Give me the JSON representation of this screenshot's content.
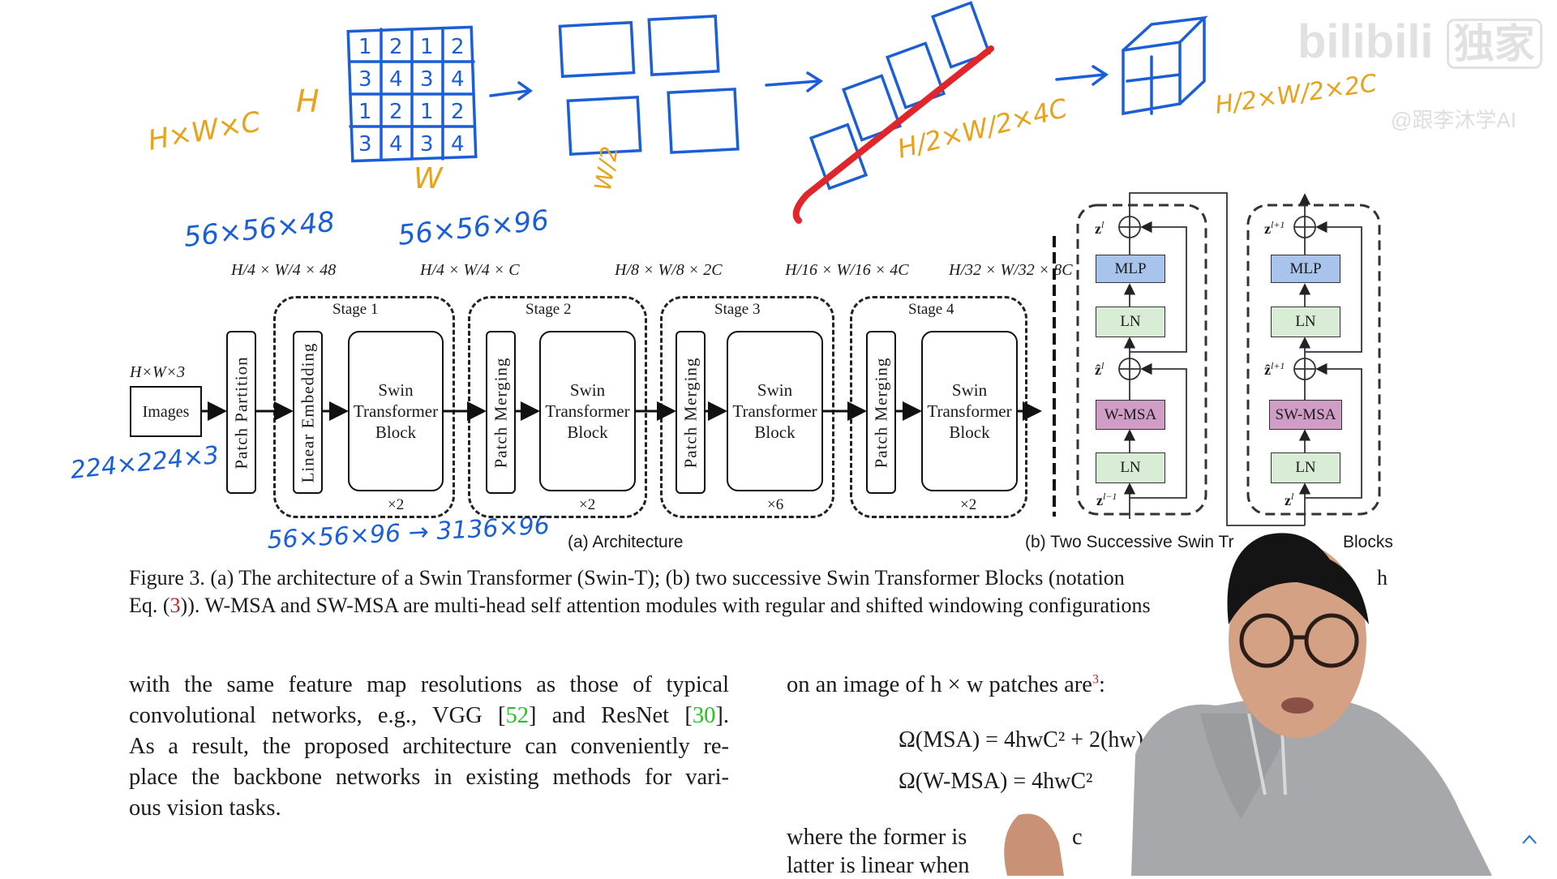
{
  "annotations": {
    "hwc": "H×W×C",
    "h": "H",
    "w": "W",
    "w_half": "W/2",
    "hw4c": "H/2×W/2×4C",
    "hw2c": "H/2×W/2×2C",
    "grid_cells": [
      "1",
      "2",
      "1",
      "2",
      "3",
      "4",
      "3",
      "4",
      "1",
      "2",
      "1",
      "2",
      "3",
      "4",
      "3",
      "4"
    ],
    "stage1_in": "56×56×48",
    "stage1_out": "56×56×96",
    "image_size": "224×224×3",
    "flatten": "56×56×96 → 3136×96"
  },
  "watermark": {
    "brand": "bilibili",
    "tag": "独家",
    "channel": "@跟李沐学AI"
  },
  "architecture": {
    "input_dim": "H×W×3",
    "images_label": "Images",
    "patch_partition": "Patch Partition",
    "linear_embedding": "Linear Embedding",
    "patch_merging": "Patch Merging",
    "swin_block_lines": [
      "Swin",
      "Transformer",
      "Block"
    ],
    "dims": [
      "H/4 × W/4 × 48",
      "H/4 × W/4 × C",
      "H/8 × W/8 × 2C",
      "H/16 × W/16 × 4C",
      "H/32 × W/32 × 8C"
    ],
    "stages": [
      {
        "label": "Stage 1",
        "repeat": "×2"
      },
      {
        "label": "Stage 2",
        "repeat": "×2"
      },
      {
        "label": "Stage 3",
        "repeat": "×6"
      },
      {
        "label": "Stage 4",
        "repeat": "×2"
      }
    ],
    "caption_a": "(a) Architecture"
  },
  "blocks": {
    "left": {
      "z_out": "z",
      "z_out_sup": "l",
      "z_hat": "ẑ",
      "z_hat_sup": "l",
      "z_in": "z",
      "z_in_sup": "l−1",
      "mlp": "MLP",
      "ln1": "LN",
      "attn": "W-MSA",
      "ln2": "LN"
    },
    "right": {
      "z_out": "z",
      "z_out_sup": "l+1",
      "z_hat": "ẑ",
      "z_hat_sup": "l+1",
      "z_in": "z",
      "z_in_sup": "l",
      "mlp": "MLP",
      "ln1": "LN",
      "attn": "SW-MSA",
      "ln2": "LN"
    },
    "caption_b_left": "(b) Two Successive Swin Tr",
    "caption_b_right": "Blocks"
  },
  "caption": {
    "line1": "Figure 3. (a) The architecture of a Swin Transformer (Swin-T); (b) two successive Swin Transformer Blocks (notation",
    "line1_tail": "h",
    "line2_a": "Eq. (",
    "line2_ref": "3",
    "line2_b": ")). W-MSA and SW-MSA are multi-head self attention modules with regular and shifted windowing configurations"
  },
  "body_left": {
    "l1": "with the same feature map resolutions as those of typical",
    "l2_a": "convolutional networks, e.g., VGG [",
    "l2_cite1": "52",
    "l2_b": "] and ResNet [",
    "l2_cite2": "30",
    "l2_c": "].",
    "l3": "As a result, the proposed architecture can conveniently re-",
    "l4": "place the backbone networks in existing methods for vari-",
    "l5": "ous vision tasks."
  },
  "body_right": {
    "intro": "on an image of h × w patches are",
    "footnote": "3",
    "intro_end": ":",
    "eq1": "Ω(MSA) = 4hwC² + 2(hw)",
    "eq2": "Ω(W-MSA) = 4hwC²",
    "l_where": "where the former is",
    "l_where_tail": "c",
    "l_latter": "latter is linear when"
  },
  "colors": {
    "annot_blue": "#1a5fd8",
    "annot_orange": "#e9a21b",
    "annot_red": "#e0262a",
    "mlp": "#a9c4ec",
    "ln": "#d9ecd6",
    "msa": "#cf9dc6",
    "cite": "#22c522"
  },
  "icons": {
    "scroll_up": "chevron-up-icon"
  }
}
